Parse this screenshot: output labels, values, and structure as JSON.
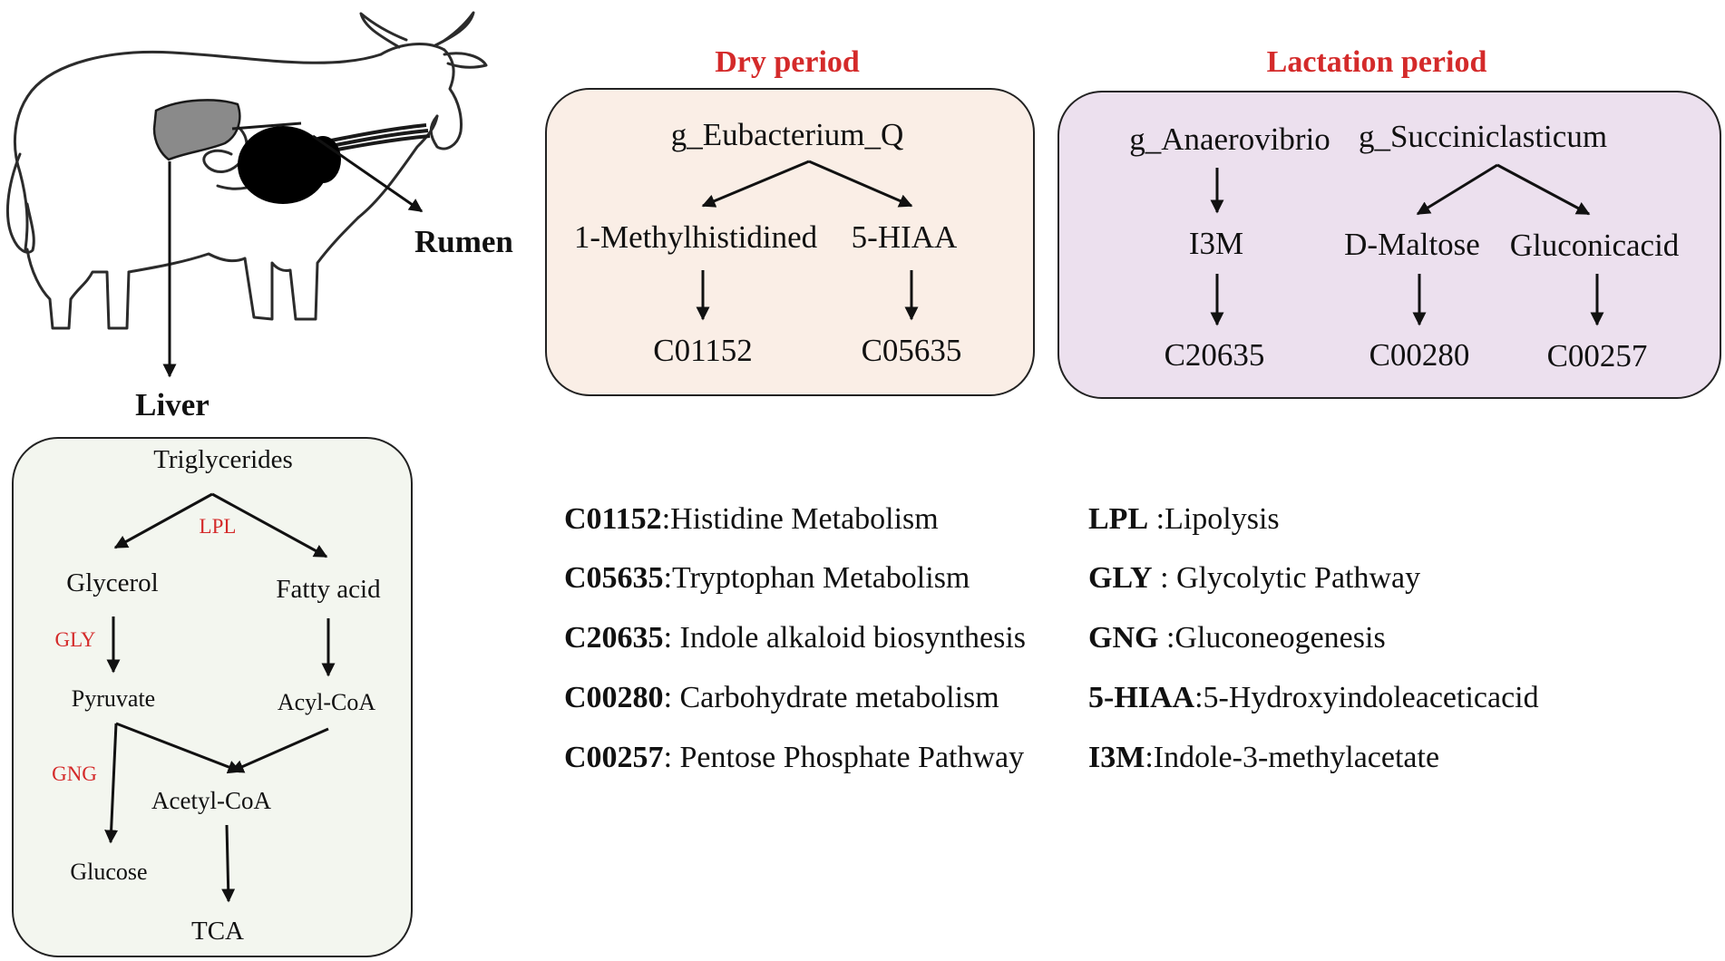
{
  "colors": {
    "title_red": "#d42a2a",
    "enzyme_red": "#d42a2a",
    "dry_box_fill": "#faeee6",
    "lactation_box_fill": "#ece0ee",
    "liver_box_fill": "#f3f6ef",
    "box_stroke": "#222222",
    "liver_organ": "#8a8a8a",
    "rumen_organ": "#000000"
  },
  "organs": {
    "rumen_label": "Rumen",
    "liver_label": "Liver"
  },
  "dry_period": {
    "title": "Dry period",
    "genus": "g_Eubacterium_Q",
    "metabolites": [
      "1-Methylhistidined",
      "5-HIAA"
    ],
    "pathways": [
      "C01152",
      "C05635"
    ]
  },
  "lactation_period": {
    "title": "Lactation period",
    "genera": [
      "g_Anaerovibrio",
      "g_Succiniclasticum"
    ],
    "metabolites": [
      "I3M",
      "D-Maltose",
      "Gluconicacid"
    ],
    "pathways": [
      "C20635",
      "C00280",
      "C00257"
    ]
  },
  "liver_pathway": {
    "triglycerides": "Triglycerides",
    "glycerol": "Glycerol",
    "fatty_acid": "Fatty acid",
    "pyruvate": "Pyruvate",
    "acyl_coa": "Acyl-CoA",
    "acetyl_coa": "Acetyl-CoA",
    "glucose": "Glucose",
    "tca": "TCA",
    "enzymes": {
      "lpl": "LPL",
      "gly": "GLY",
      "gng": "GNG"
    }
  },
  "legend": [
    {
      "code": "C01152",
      "desc": ":Histidine Metabolism"
    },
    {
      "code": "C05635",
      "desc": ":Tryptophan Metabolism"
    },
    {
      "code": "C20635",
      "desc": ": Indole alkaloid biosynthesis"
    },
    {
      "code": "C00280",
      "desc": ": Carbohydrate metabolism"
    },
    {
      "code": "C00257",
      "desc": ": Pentose Phosphate Pathway"
    },
    {
      "code": "LPL",
      "desc": " :Lipolysis"
    },
    {
      "code": "GLY",
      "desc": " : Glycolytic Pathway"
    },
    {
      "code": "GNG",
      "desc": " :Gluconeogenesis"
    },
    {
      "code": "5-HIAA",
      "desc": ":5-Hydroxyindoleaceticacid"
    },
    {
      "code": "I3M",
      "desc": ":Indole-3-methylacetate"
    }
  ]
}
